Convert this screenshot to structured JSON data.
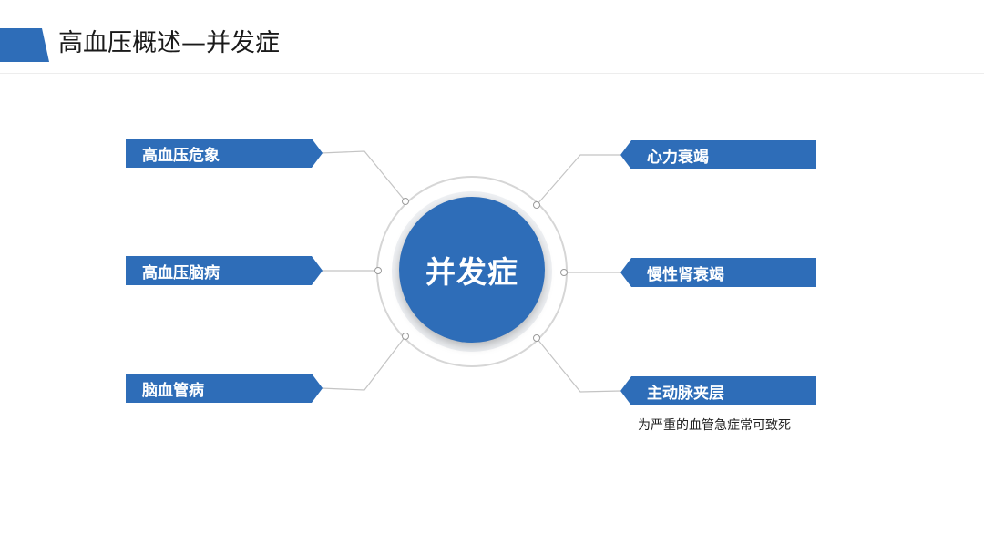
{
  "header": {
    "title": "高血压概述—并发症",
    "accent_color": "#2e6db8"
  },
  "center": {
    "label": "并发症",
    "color": "#2e6db8"
  },
  "left_items": [
    {
      "label": "高血压危象"
    },
    {
      "label": "高血压脑病"
    },
    {
      "label": "脑血管病"
    }
  ],
  "right_items": [
    {
      "label": "心力衰竭"
    },
    {
      "label": "慢性肾衰竭"
    },
    {
      "label": "主动脉夹层",
      "note": "为严重的血管急症常可致死"
    }
  ]
}
